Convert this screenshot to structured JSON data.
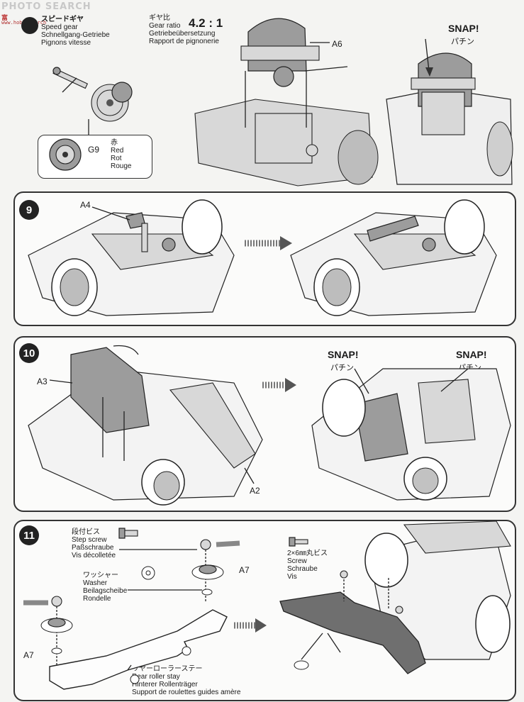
{
  "watermark": {
    "line1": "PHOTO SEARCH",
    "line2": "富",
    "line3": "www.hobbysearch"
  },
  "step8": {
    "title_jp": "スピードギヤ",
    "title_en": "Speed gear",
    "title_de": "Schnellgang-Getriebe",
    "title_fr": "Pignons vitesse",
    "ratio_label_jp": "ギヤ比",
    "ratio_label_en": "Gear ratio",
    "ratio_label_de": "Getriebeübersetzung",
    "ratio_label_fr": "Rapport de pignonerie",
    "ratio": "4.2 : 1",
    "part_a6": "A6",
    "snap": "SNAP!",
    "snap_jp": "パチン",
    "gear_code": "G9",
    "gear_color_jp": "赤",
    "gear_color_en": "Red",
    "gear_color_de": "Rot",
    "gear_color_fr": "Rouge"
  },
  "step9": {
    "number": "9",
    "part": "A4"
  },
  "step10": {
    "number": "10",
    "part_a3": "A3",
    "part_a2": "A2",
    "snap1": "SNAP!",
    "snap1_jp": "パチン",
    "snap2": "SNAP!",
    "snap2_jp": "パチン"
  },
  "step11": {
    "number": "11",
    "step_screw_jp": "段付ビス",
    "step_screw_en": "Step screw",
    "step_screw_de": "Paßschraube",
    "step_screw_fr": "Vis décolletée",
    "washer_jp": "ワッシャー",
    "washer_en": "Washer",
    "washer_de": "Beilagscheibe",
    "washer_fr": "Rondelle",
    "part_a7_right": "A7",
    "part_a7_left": "A7",
    "stay_jp": "リヤーローラーステー",
    "stay_en": "Rear roller stay",
    "stay_de": "Hinterer Rollenträger",
    "stay_fr": "Support de roulettes guides amère",
    "screw_jp": "2×6㎜丸ビス",
    "screw_en": "Screw",
    "screw_de": "Schraube",
    "screw_fr": "Vis"
  }
}
